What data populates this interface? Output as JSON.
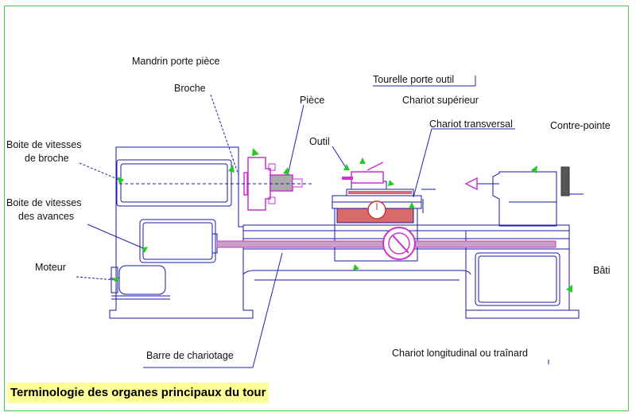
{
  "labels": {
    "mandrin": "Mandrin porte pièce",
    "broche": "Broche",
    "piece": "Pièce",
    "tourelle": "Tourelle porte outil",
    "chariot_superieur": "Chariot supérieur",
    "chariot_transversal": "Chariot transversal",
    "contre_pointe": "Contre-pointe",
    "outil": "Outil",
    "boite_vitesses_broche_1": "Boite de vitesses",
    "boite_vitesses_broche_2": "de broche",
    "boite_vitesses_avances_1": "Boite de vitesses",
    "boite_vitesses_avances_2": "des avances",
    "moteur": "Moteur",
    "bati": "Bâti",
    "barre_chariotage": "Barre de chariotage",
    "chariot_longitudinal": "Chariot longitudinal ou traînard"
  },
  "title": "Terminologie des organes principaux du tour",
  "colors": {
    "frame": "#44cc44",
    "machine_outline": "#1a1aa6",
    "workpiece": "#cc33cc",
    "bar_fill": "#c9a0c9",
    "leader": "#2222aa",
    "pointer": "#22cc22",
    "title_bg": "#ffff99",
    "carriage_fill": "#d86a6a"
  }
}
